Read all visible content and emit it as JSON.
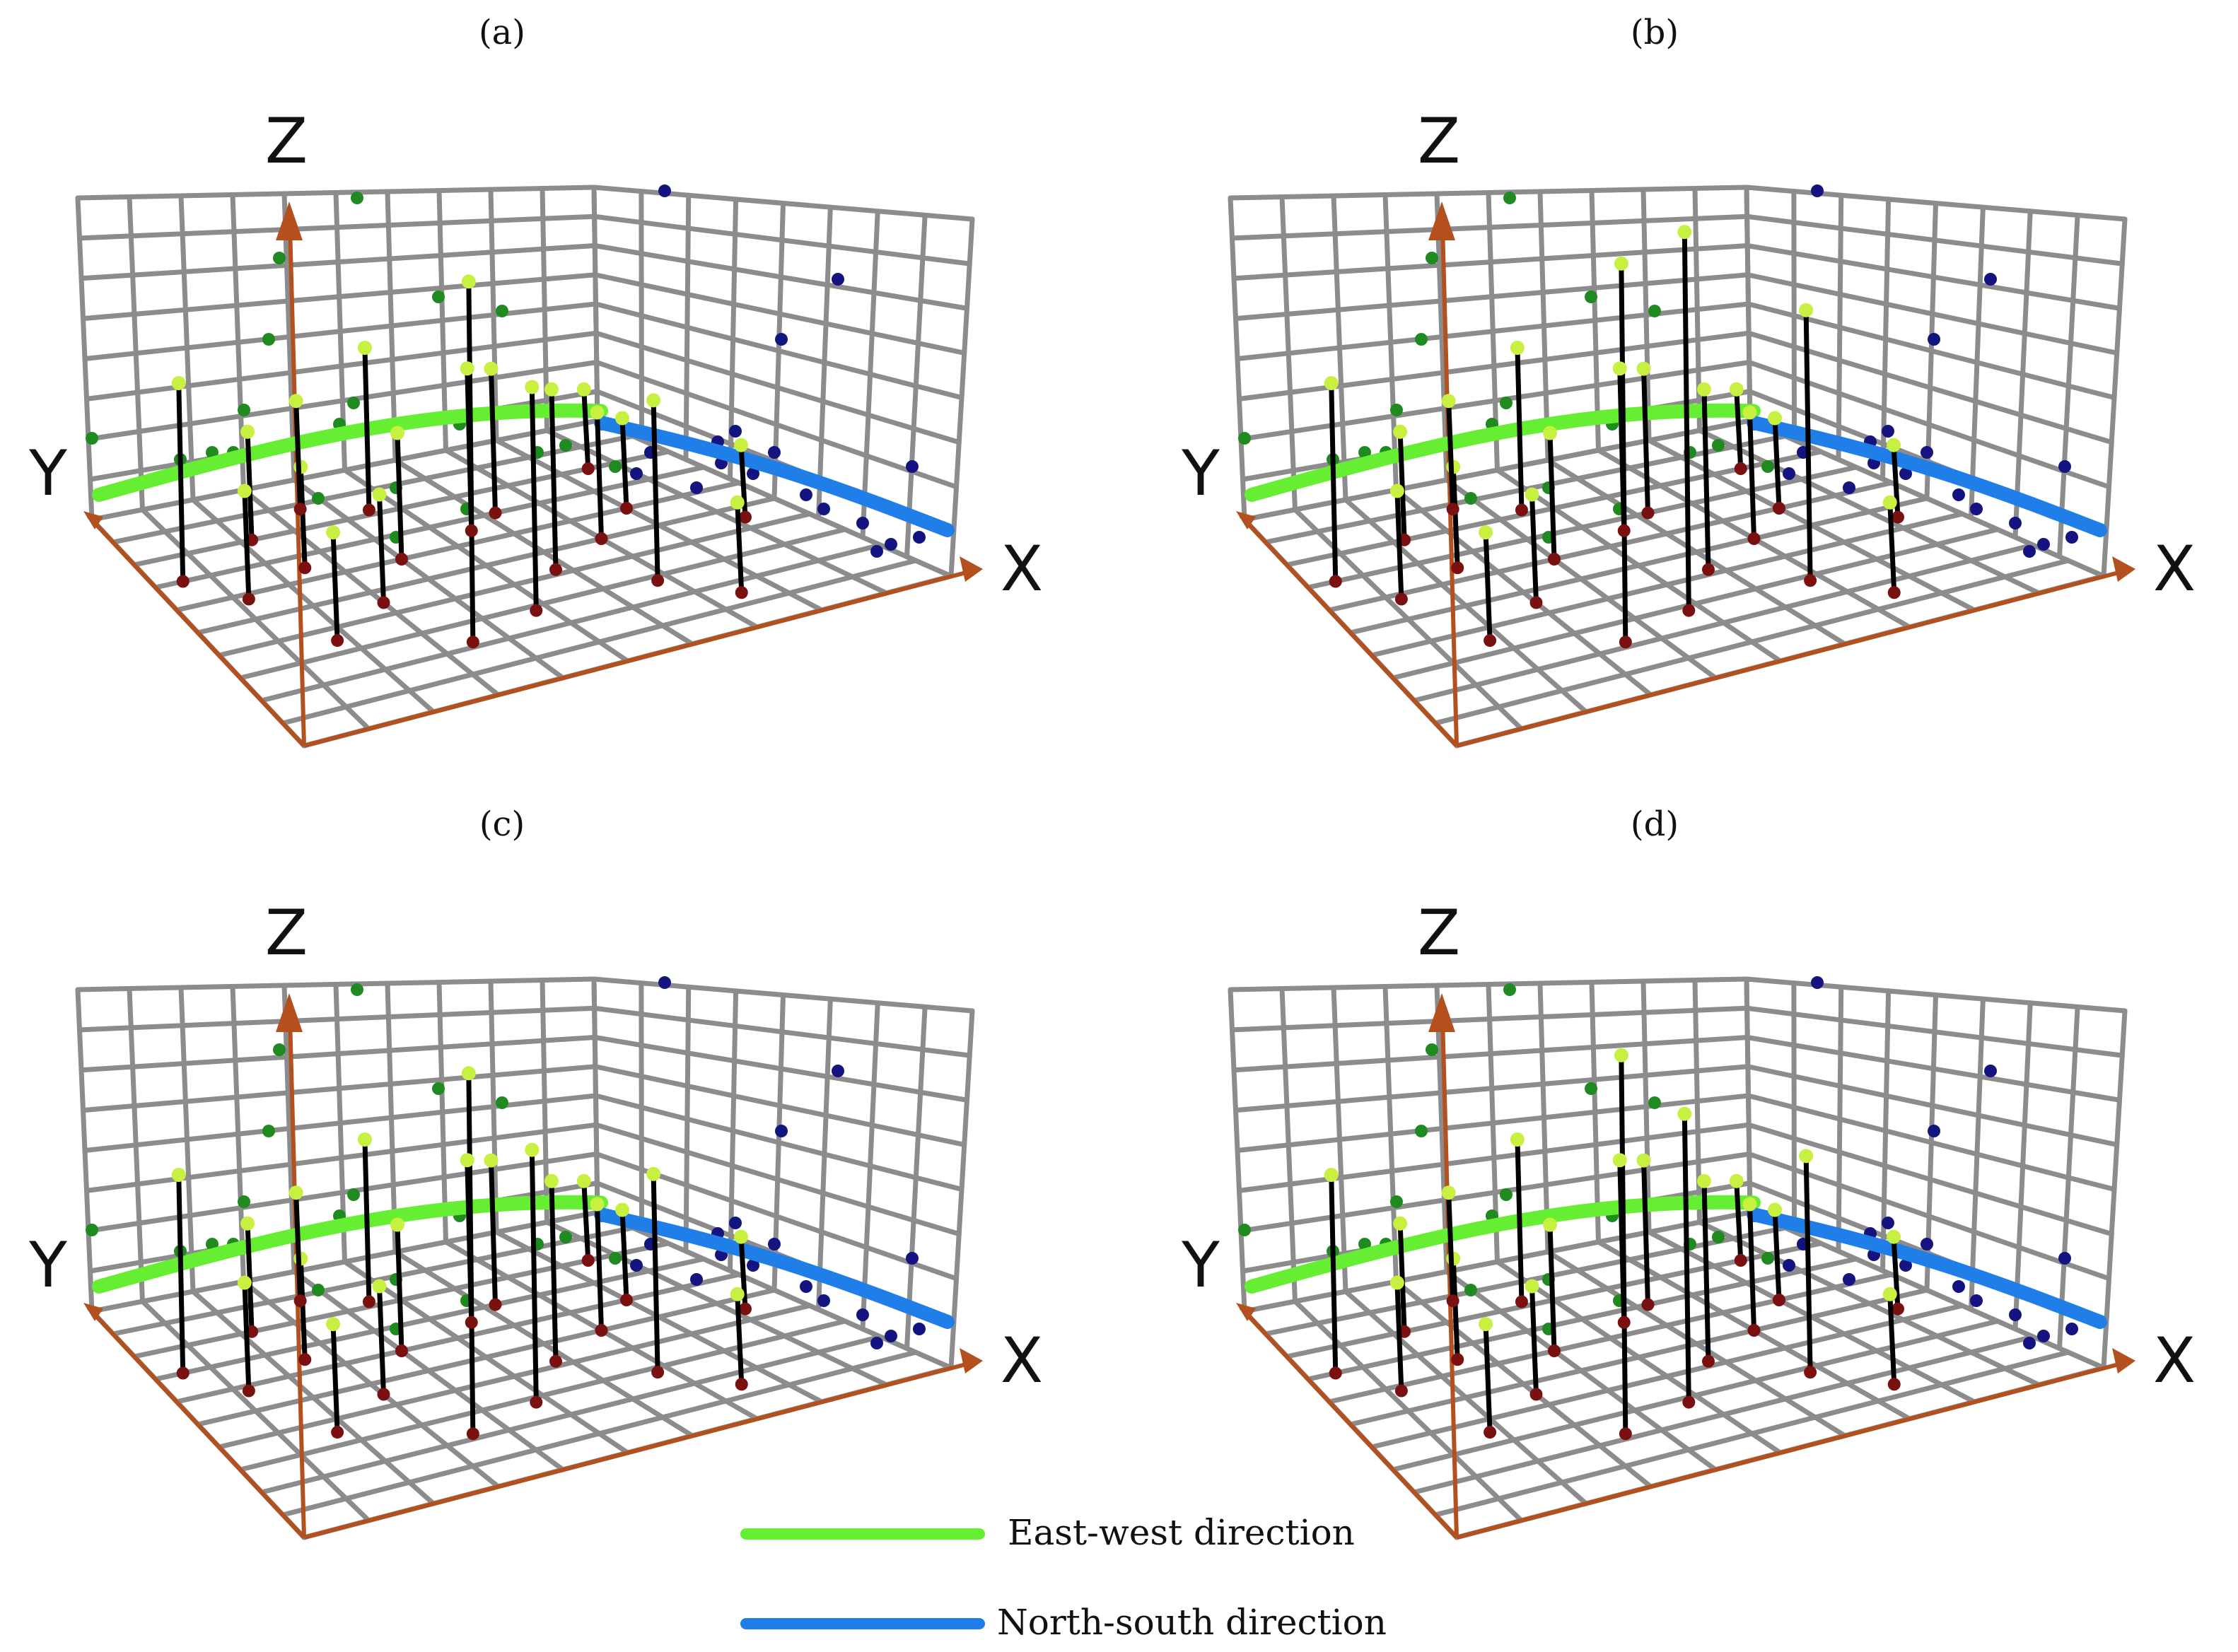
{
  "figure": {
    "colors": {
      "grid": "#8c8c8c",
      "axis": "#b4501e",
      "east_west": "#66ee33",
      "north_south": "#1f7ee8",
      "green_point": "#1f8a1f",
      "blue_point": "#141480",
      "top_point": "#c8f040",
      "base_point": "#7a1010",
      "stem": "#000000"
    },
    "axis_letters": {
      "x": "X",
      "y": "Y",
      "z": "Z"
    },
    "legend": [
      {
        "label": "East-west direction",
        "color": "#66ee33"
      },
      {
        "label": "North-south direction",
        "color": "#1f7ee8"
      }
    ]
  },
  "chart_data": [
    {
      "type": "scatter",
      "panel": "(a)",
      "stem_heights": [
        0.55,
        1.0,
        0.62,
        0.3,
        0.45,
        0.3,
        0.3,
        0.5,
        0.35,
        0.4,
        0.25,
        0.3,
        0.45,
        0.35,
        0.2,
        0.28,
        0.22,
        0.5,
        0.3,
        0.25
      ]
    },
    {
      "type": "scatter",
      "panel": "(b)",
      "stem_heights": [
        0.55,
        1.05,
        1.05,
        0.3,
        0.45,
        0.3,
        0.3,
        0.75,
        0.35,
        0.4,
        0.25,
        0.3,
        0.45,
        0.35,
        0.2,
        0.28,
        0.22,
        0.5,
        0.3,
        0.25
      ]
    },
    {
      "type": "scatter",
      "panel": "(c)",
      "stem_heights": [
        0.55,
        1.0,
        0.7,
        0.3,
        0.45,
        0.3,
        0.3,
        0.55,
        0.35,
        0.4,
        0.25,
        0.3,
        0.45,
        0.35,
        0.2,
        0.28,
        0.22,
        0.5,
        0.3,
        0.25
      ]
    },
    {
      "type": "scatter",
      "panel": "(d)",
      "stem_heights": [
        0.55,
        1.05,
        0.8,
        0.3,
        0.45,
        0.3,
        0.3,
        0.6,
        0.35,
        0.4,
        0.25,
        0.3,
        0.45,
        0.35,
        0.2,
        0.28,
        0.22,
        0.5,
        0.3,
        0.25
      ]
    }
  ]
}
